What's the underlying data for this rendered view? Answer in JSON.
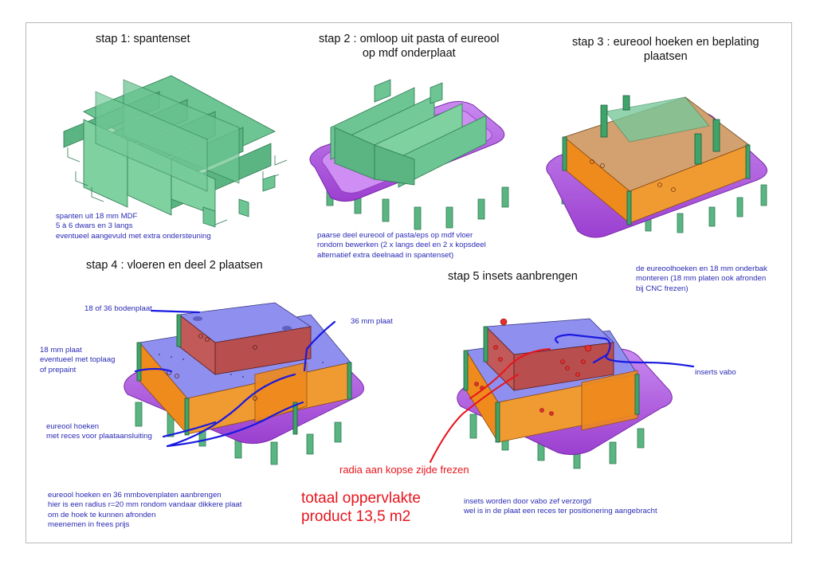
{
  "steps": {
    "step1": "stap 1:  spantenset",
    "step2_line1": "stap 2 : omloop uit pasta of eureool",
    "step2_line2": "op mdf onderplaat",
    "step3_line1": "stap 3 : eureool hoeken en beplating",
    "step3_line2": "plaatsen",
    "step4": "stap 4 : vloeren en deel 2 plaatsen",
    "step5": "stap 5 insets aanbrengen"
  },
  "notes": {
    "step1": [
      "spanten uit 18 mm MDF",
      "5 à 6 dwars en 3 langs",
      "eventueel aangevuld met extra ondersteuning"
    ],
    "step2": [
      "paarse deel eureool of pasta/eps op mdf vloer",
      "rondom bewerken (2 x langs deel en 2 x kopsdeel",
      "alternatief extra deelnaad in spantenset)"
    ],
    "step3": [
      "de eureoolhoeken en 18 mm onderbak",
      "monteren (18 mm platen ook afronden",
      "bij CNC frezen)"
    ],
    "bottom_left": [
      "eureool hoeken en 36 mmbovenplaten aanbrengen",
      "hier is een radius r=20 mm rondom vandaar dikkere plaat",
      "om de hoek te kunnen afronden",
      "meenemen in frees prijs"
    ],
    "bottom_right": [
      "insets worden door vabo zef verzorgd",
      "wel is in de plaat een reces ter positionering aangebracht"
    ]
  },
  "callouts": {
    "bodenplaat": "18 of 36 bodenplaat",
    "plaat36": "36 mm plaat",
    "plaat18": [
      "18 mm plaat",
      "eventueel met toplaag",
      "of prepaint"
    ],
    "hoeken": [
      "eureool hoeken",
      "met reces voor plaataansluiting"
    ],
    "inserts": "inserts vabo",
    "radia": "radia aan kopse zijde frezen"
  },
  "total": [
    "totaal oppervlakte",
    "product 13,5 m2"
  ],
  "colors": {
    "green": "#5fba85",
    "purple": "#b45ce0",
    "orange": "#ef8a1c",
    "blue_top": "#8f8ff0",
    "red_block": "#c25a5a",
    "note_blue": "#2a2ab5",
    "red_text": "#e8141c"
  }
}
